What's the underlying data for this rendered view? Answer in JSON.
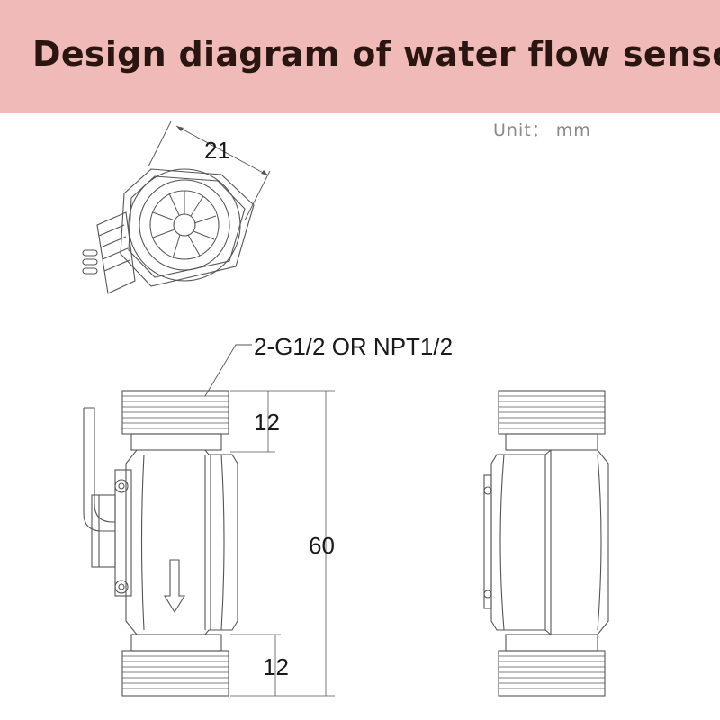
{
  "header": {
    "title": "Design diagram of water flow sensor",
    "background": "#efbab7"
  },
  "unit_label": "Unit： mm",
  "top_view": {
    "width_dim": "21"
  },
  "side_view": {
    "thread_callout": "2-G1/2 OR NPT1/2",
    "thread_top_dim": "12",
    "total_length_dim": "60",
    "thread_bottom_dim": "12"
  },
  "colors": {
    "line": "#555555",
    "title_text": "#2a1510",
    "unit_text": "#8a8a8a"
  }
}
